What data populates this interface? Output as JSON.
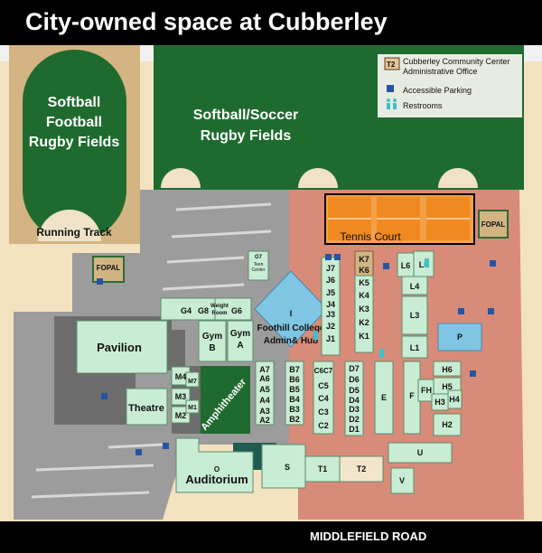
{
  "title": "City-owned space at Cubberley",
  "road": "MIDDLEFIELD ROAD",
  "legend": {
    "admin_code": "T2",
    "admin_line1": "Cubberley Community Center",
    "admin_line2": "Administrative Office",
    "parking": "Accessible Parking",
    "restrooms": "Restrooms"
  },
  "fields": {
    "left_line1": "Softball",
    "left_line2": "Football",
    "left_line3": "Rugby Fields",
    "right_line1": "Softball/Soccer",
    "right_line2": "Rugby Fields",
    "running_track": "Running Track"
  },
  "areas": {
    "tennis": "Tennis Court",
    "fopal_left": "FOPAL",
    "fopal_right": "FOPAL",
    "pavilion": "Pavilion",
    "theatre": "Theatre",
    "amphitheater": "Amphitheater",
    "auditorium": "Auditorium",
    "auditorium_code": "O",
    "gym_b_1": "Gym",
    "gym_b_2": "B",
    "gym_a_1": "Gym",
    "gym_a_2": "A",
    "hub_code": "I",
    "hub_line1": "Foothill College",
    "hub_line2": "Admin& Hub",
    "g7_line1": "G7",
    "g7_line2": "Teen",
    "g7_line3": "Center",
    "g8_line1": "Weight",
    "g8_line2": "Room"
  },
  "buildings": {
    "g4": "G4",
    "g8": "G8",
    "g6": "G6",
    "m4": "M4",
    "m7": "M7",
    "m3": "M3",
    "m2": "M2",
    "m1": "M1",
    "a7": "A7",
    "a6": "A6",
    "a5": "A5",
    "a4": "A4",
    "a3": "A3",
    "a2": "A2",
    "b7": "B7",
    "b6": "B6",
    "b5": "B5",
    "b4": "B4",
    "b3": "B3",
    "b2": "B2",
    "c6c7": "C6C7",
    "c5": "C5",
    "c4": "C4",
    "c3": "C3",
    "c2": "C2",
    "d7": "D7",
    "d6": "D6",
    "d5": "D5",
    "d4": "D4",
    "d3": "D3",
    "d2": "D2",
    "d1": "D1",
    "j7": "J7",
    "j6": "J6",
    "j5": "J5",
    "j4": "J4",
    "j3": "J3",
    "j2": "J2",
    "j1": "J1",
    "k7": "K7",
    "k6": "K6",
    "k5": "K5",
    "k4": "K4",
    "k3": "K3",
    "k2": "K2",
    "k1": "K1",
    "l6": "L6",
    "l5": "L5",
    "l4": "L4",
    "l3": "L3",
    "l1": "L1",
    "e": "E",
    "f": "F",
    "fh": "FH",
    "p": "P",
    "h6": "H6",
    "h5": "H5",
    "h3": "H3",
    "h4": "H4",
    "h2": "H2",
    "u": "U",
    "v": "V",
    "s": "S",
    "t1": "T1",
    "t2": "T2"
  }
}
